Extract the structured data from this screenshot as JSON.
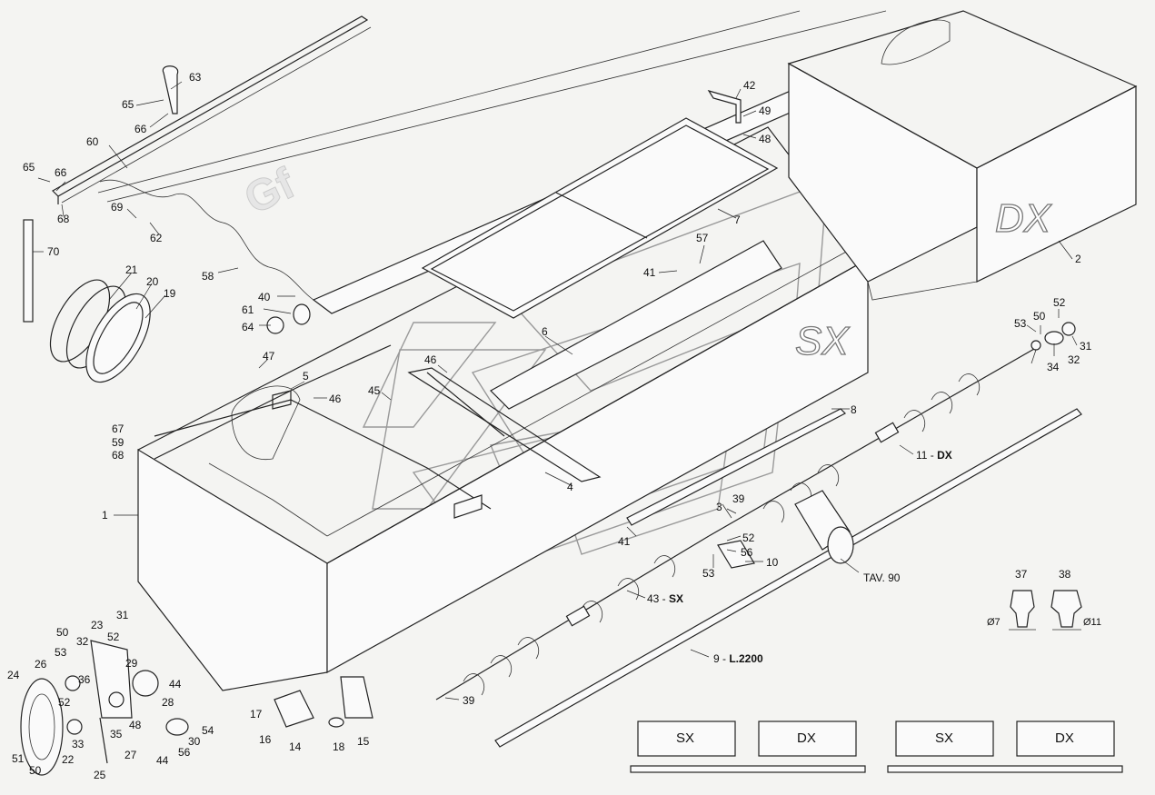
{
  "drawing": {
    "side_labels": {
      "left": "SX",
      "right": "DX"
    },
    "logo_text": "Gf",
    "table_ref": "TAV. 90",
    "part_numbers": {
      "p1": "1",
      "p2": "2",
      "p3": "3",
      "p4": "4",
      "p5": "5",
      "p6": "6",
      "p7": "7",
      "p8": "8",
      "p9": "9 - ",
      "p9b": "L.2200",
      "p10": "10",
      "p11": "11 - ",
      "p11b": "DX",
      "p14": "14",
      "p15": "15",
      "p16": "16",
      "p17": "17",
      "p18": "18",
      "p19": "19",
      "p20": "20",
      "p21": "21",
      "p22": "22",
      "p23": "23",
      "p24": "24",
      "p25": "25",
      "p26": "26",
      "p27": "27",
      "p28": "28",
      "p29": "29",
      "p30": "30",
      "p31a": "31",
      "p31b": "31",
      "p32a": "32",
      "p32b": "32",
      "p33": "33",
      "p34": "34",
      "p35": "35",
      "p36": "36",
      "p37": "37",
      "p38": "38",
      "p39a": "39",
      "p39b": "39",
      "p40": "40",
      "p41a": "41",
      "p41b": "41",
      "p42": "42",
      "p43": "43 - ",
      "p43b": "SX",
      "p44a": "44",
      "p44b": "44",
      "p45": "45",
      "p46a": "46",
      "p46b": "46",
      "p47": "47",
      "p48a": "48",
      "p48b": "48",
      "p49": "49",
      "p50a": "50",
      "p50b": "50",
      "p50c": "50",
      "p51": "51",
      "p52a": "52",
      "p52b": "52",
      "p52c": "52",
      "p52d": "52",
      "p53a": "53",
      "p53b": "53",
      "p53c": "53",
      "p54": "54",
      "p56a": "56",
      "p56b": "56",
      "p57": "57",
      "p58": "58",
      "p59": "59",
      "p60": "60",
      "p61": "61",
      "p62": "62",
      "p63": "63",
      "p64": "64",
      "p65a": "65",
      "p65b": "65",
      "p66a": "66",
      "p66b": "66",
      "p67": "67",
      "p68a": "68",
      "p68b": "68",
      "p69": "69",
      "p70": "70"
    },
    "dimensions": {
      "d37": "Ø7",
      "d38": "Ø11"
    }
  },
  "label_boxes": {
    "group1": {
      "left": "SX",
      "right": "DX"
    },
    "group2": {
      "left": "SX",
      "right": "DX"
    }
  }
}
